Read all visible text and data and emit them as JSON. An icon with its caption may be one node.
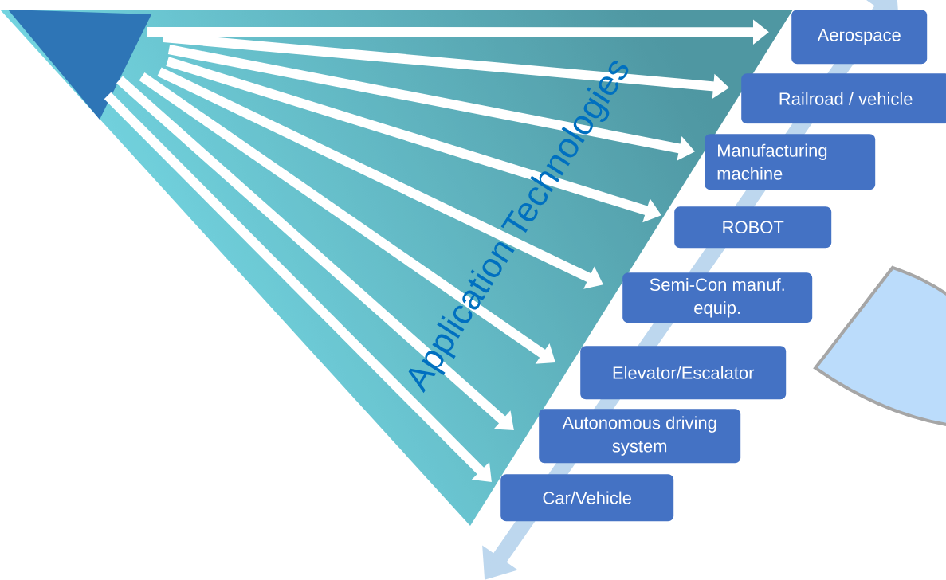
{
  "diagram": {
    "nodes": [
      {
        "text": [],
        "shape": "triangle"
      },
      {
        "text": [
          "Aerospace"
        ]
      },
      {
        "text": [
          "Railroad / vehicle"
        ]
      },
      {
        "text": [
          "Manufacturing machine"
        ]
      },
      {
        "text": [
          "ROBOT"
        ]
      },
      {
        "text": [
          "Semi-Con manuf. equip."
        ]
      },
      {
        "text": [
          "Elevator/Escalator"
        ]
      },
      {
        "text": [
          "Autonomous driving system"
        ]
      },
      {
        "text": [
          "Car/Vehicle"
        ]
      }
    ],
    "edges": [
      {
        "from": 0,
        "to": 1,
        "arrow": "to"
      },
      {
        "from": 0,
        "to": 2,
        "arrow": "to"
      },
      {
        "from": 0,
        "to": 3,
        "arrow": "to"
      },
      {
        "from": 0,
        "to": 4,
        "arrow": "to"
      },
      {
        "from": 0,
        "to": 5,
        "arrow": "to"
      },
      {
        "from": 0,
        "to": 6,
        "arrow": "to"
      },
      {
        "from": 0,
        "to": 7,
        "arrow": "to"
      },
      {
        "from": 0,
        "to": 8,
        "arrow": "to"
      }
    ],
    "labels": [
      "Application Technologies"
    ]
  }
}
